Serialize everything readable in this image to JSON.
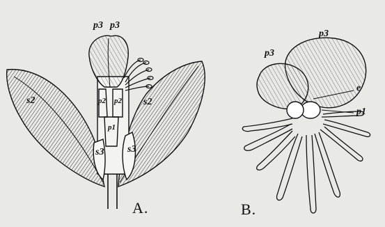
{
  "figure_a": {
    "caption": "A.",
    "labels": {
      "petal_3_left": "p3",
      "petal_3_right": "p3",
      "sepal_2_left": "s2",
      "sepal_2_right": "s2",
      "petal_2_left": "p2",
      "petal_2_right": "p2",
      "petal_1": "p1",
      "sepal_3_left": "s3",
      "sepal_3_right": "s3"
    }
  },
  "figure_b": {
    "caption": "B.",
    "labels": {
      "petal_3_left": "p3",
      "petal_3_right": "p3",
      "e": "e",
      "petal_1": "p1"
    }
  },
  "colors": {
    "background": "#e9e9e6",
    "ink": "#1a1a1a"
  }
}
